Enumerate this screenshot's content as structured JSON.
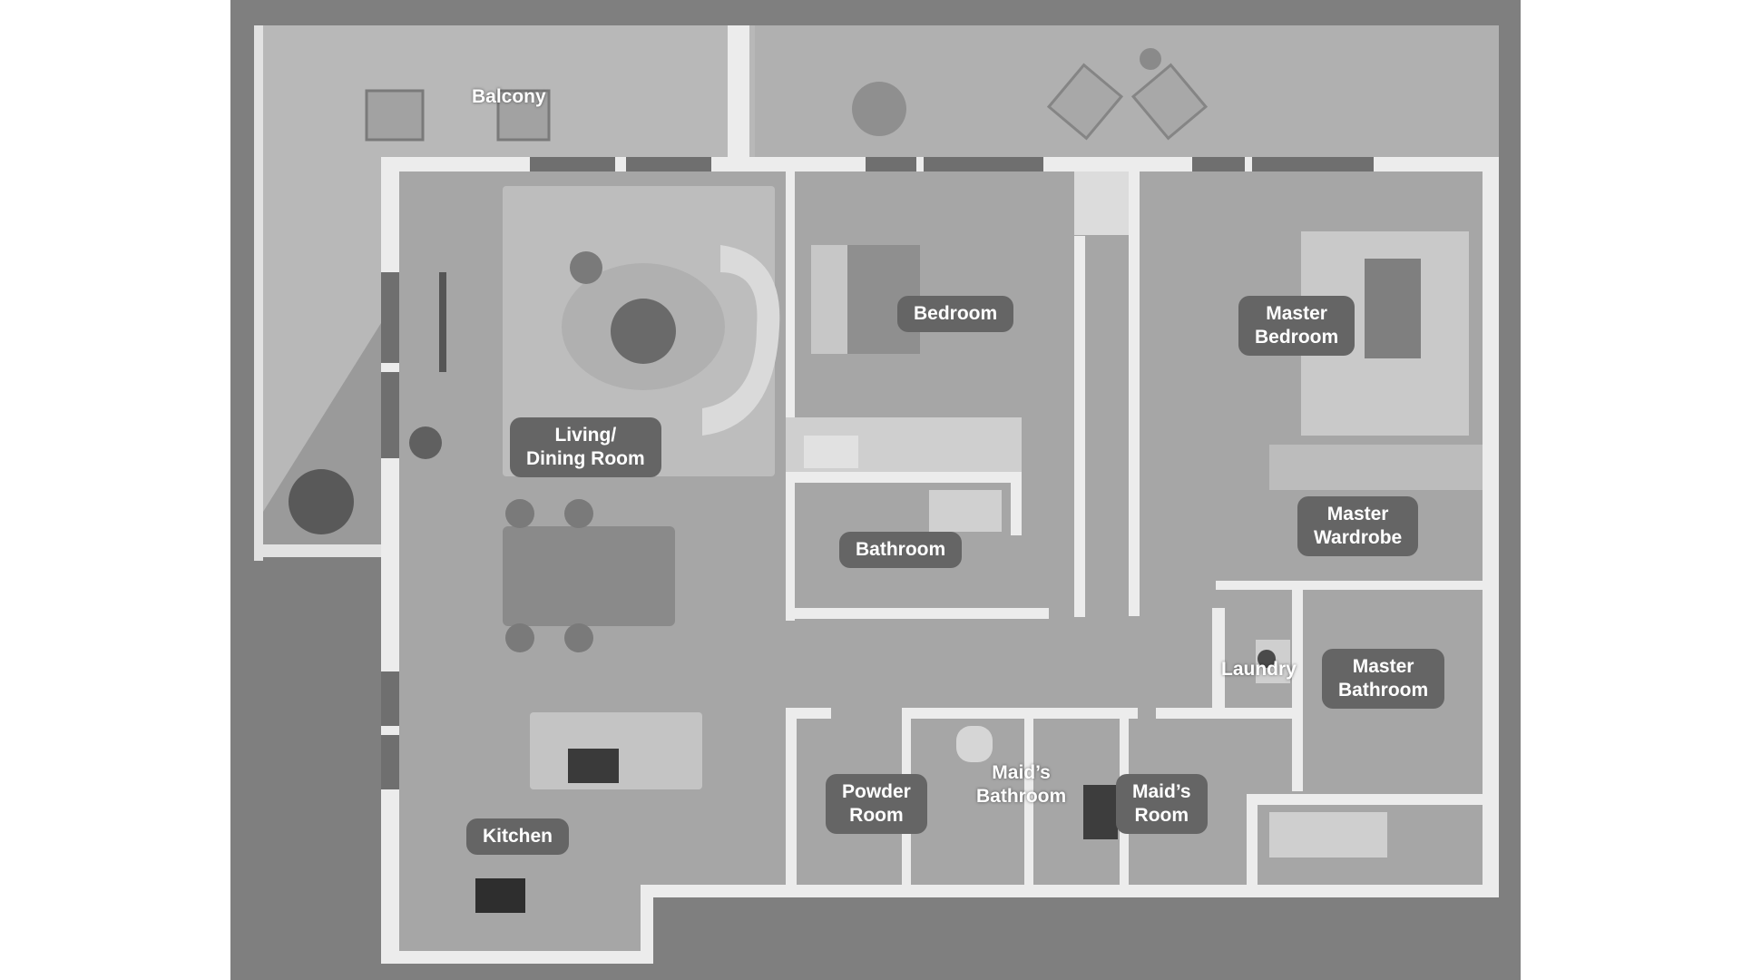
{
  "plan": {
    "rooms": [
      {
        "id": "balcony",
        "lines": [
          "Balcony"
        ],
        "style": "plain"
      },
      {
        "id": "bedroom",
        "lines": [
          "Bedroom"
        ],
        "style": "pill"
      },
      {
        "id": "master-bedroom",
        "lines": [
          "Master",
          "Bedroom"
        ],
        "style": "pill"
      },
      {
        "id": "living-dining",
        "lines": [
          "Living/",
          "Dining Room"
        ],
        "style": "pill"
      },
      {
        "id": "bathroom",
        "lines": [
          "Bathroom"
        ],
        "style": "pill"
      },
      {
        "id": "master-wardrobe",
        "lines": [
          "Master",
          "Wardrobe"
        ],
        "style": "pill"
      },
      {
        "id": "laundry",
        "lines": [
          "Laundry"
        ],
        "style": "plain"
      },
      {
        "id": "master-bathroom",
        "lines": [
          "Master",
          "Bathroom"
        ],
        "style": "pill"
      },
      {
        "id": "maids-bathroom",
        "lines": [
          "Maid’s",
          "Bathroom"
        ],
        "style": "plain"
      },
      {
        "id": "powder-room",
        "lines": [
          "Powder",
          "Room"
        ],
        "style": "pill"
      },
      {
        "id": "maids-room",
        "lines": [
          "Maid’s",
          "Room"
        ],
        "style": "pill"
      },
      {
        "id": "kitchen",
        "lines": [
          "Kitchen"
        ],
        "style": "pill"
      }
    ],
    "colors": {
      "frame": "#7f7f7f",
      "floor": "#a6a6a6",
      "wall": "#ededed",
      "balcony": "#b3b3b3",
      "label_bg": "#656565",
      "label_text": "#ffffff"
    }
  }
}
